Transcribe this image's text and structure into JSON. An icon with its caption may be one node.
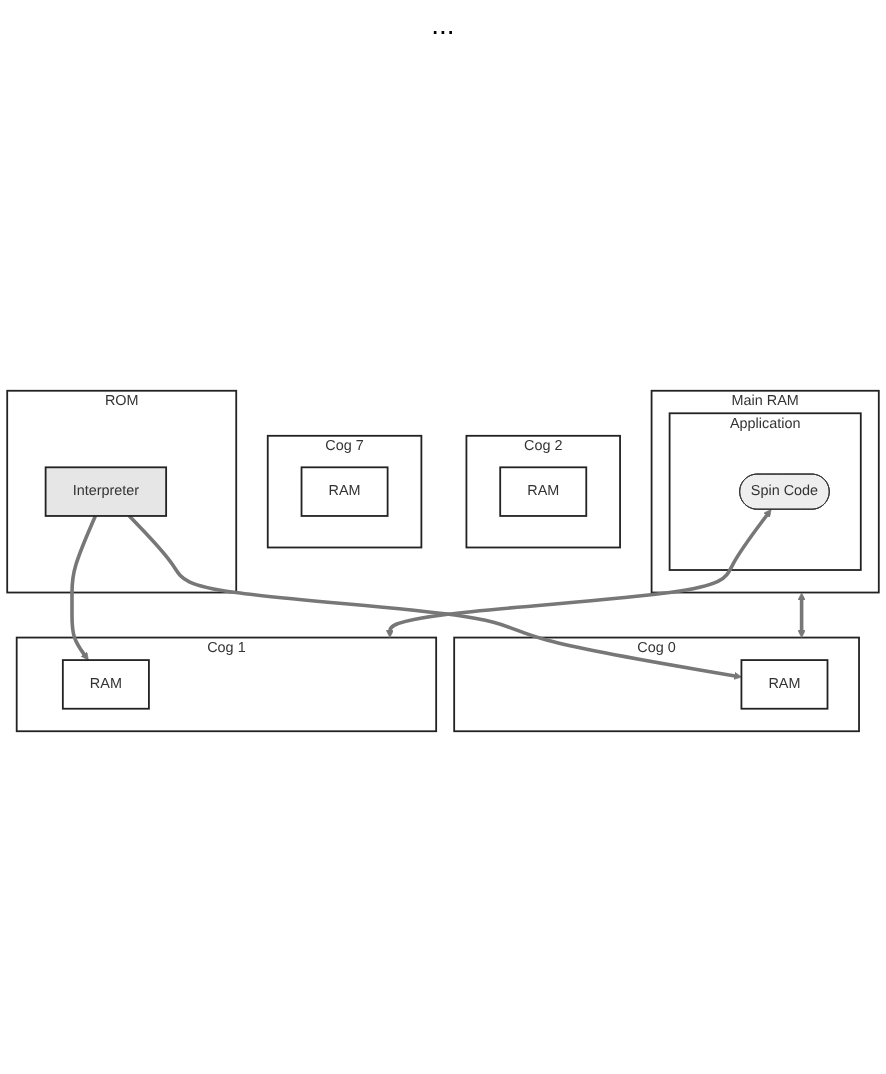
{
  "diagram": {
    "nodes": [
      {
        "text": [
          "Cog 0"
        ]
      },
      {
        "text": [
          "RAM"
        ],
        "in": 0
      },
      {
        "text": [
          "Cog 1"
        ]
      },
      {
        "text": [
          "RAM"
        ],
        "in": 2
      },
      {
        "text": [
          "Cog 2"
        ]
      },
      {
        "text": [
          "RAM"
        ],
        "in": 4
      },
      {
        "text": [
          "Cog 7"
        ]
      },
      {
        "text": [
          "RAM"
        ],
        "in": 6
      },
      {
        "text": [
          "ROM"
        ]
      },
      {
        "text": [
          "Interpreter"
        ],
        "in": 8
      },
      {
        "text": [
          "Main RAM"
        ]
      },
      {
        "text": [
          "Application"
        ],
        "in": 10
      },
      {
        "text": [
          "Spin Code"
        ],
        "in": 11
      }
    ],
    "edges": [
      {
        "from": 10,
        "to": 0,
        "arrow": "both"
      },
      {
        "from": 9,
        "to": 1,
        "arrow": "to"
      },
      {
        "from": 9,
        "to": 3,
        "arrow": "to"
      },
      {
        "from": 12,
        "to": 2,
        "arrow": "both"
      }
    ],
    "labels": [
      "..."
    ]
  }
}
